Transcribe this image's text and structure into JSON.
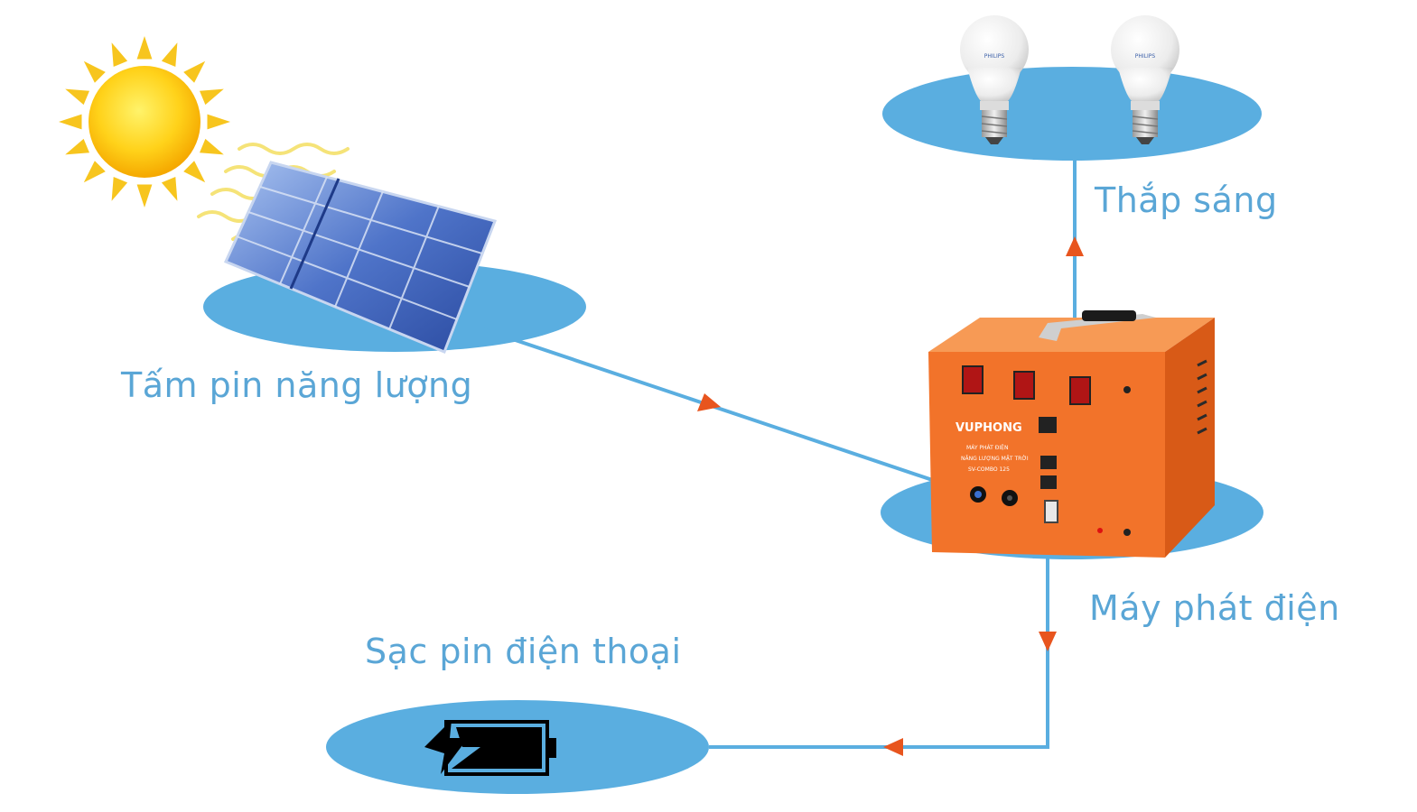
{
  "diagram": {
    "labels": {
      "solar_panel": "Tấm pin năng lượng",
      "lighting": "Thắp sáng",
      "generator": "Máy phát điện",
      "phone_charging": "Sạc pin điện thoại"
    },
    "device": {
      "brand": "VUPHONG",
      "text_line1": "MÁY PHÁT ĐIỆN",
      "text_line2": "NĂNG LƯỢNG MẶT TRỜI",
      "text_line3": "SV-COMBO 125"
    },
    "bulb_brand": "PHILIPS",
    "colors": {
      "ellipse": "#5aaee0",
      "connector": "#5aaee0",
      "arrow": "#e8551e",
      "label": "#5aa6d6",
      "device_body": "#f2732a",
      "sun": "#f7c51e"
    },
    "icons": [
      "sun-icon",
      "solar-panel-icon",
      "light-bulb-icon",
      "generator-icon",
      "battery-charging-icon"
    ]
  }
}
